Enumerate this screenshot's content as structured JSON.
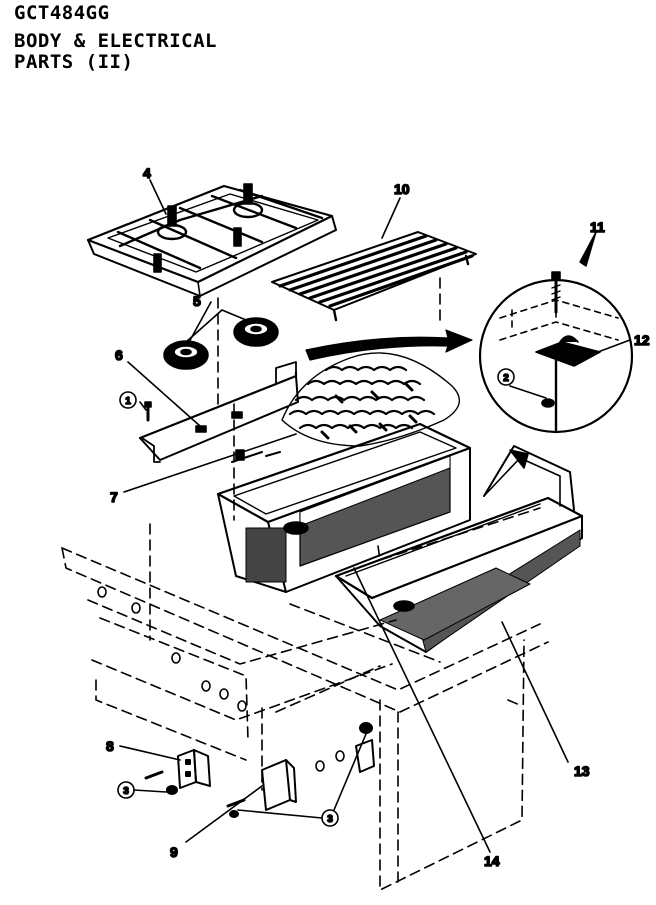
{
  "header": {
    "model": "GCT484GG",
    "line2": "BODY & ELECTRICAL",
    "line3": "PARTS (II)"
  },
  "callouts": {
    "c1": "1",
    "c2": "2",
    "c3a": "3",
    "c3b": "3",
    "c4": "4",
    "c5": "5",
    "c6": "6",
    "c7": "7",
    "c8": "8",
    "c9": "9",
    "c10": "10",
    "c11": "11",
    "c12": "12",
    "c13": "13",
    "c14": "14"
  }
}
